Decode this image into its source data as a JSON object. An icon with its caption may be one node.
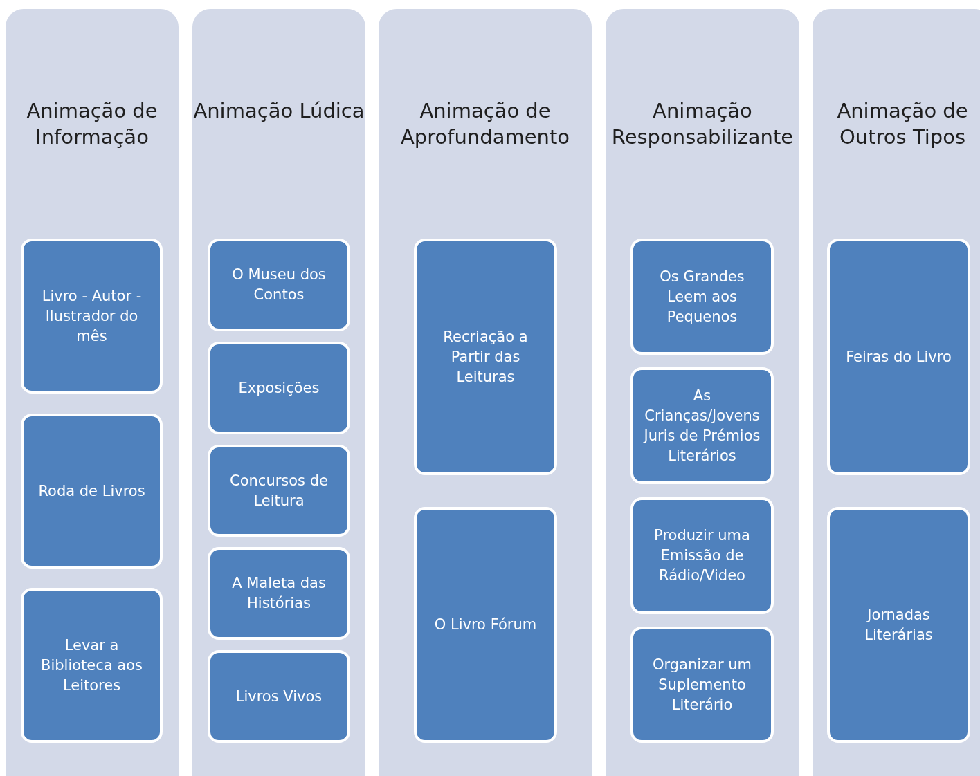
{
  "diagram": {
    "nodes": [
      {
        "text": [
          "Animação de Informação"
        ]
      },
      {
        "text": [
          "Livro - Autor - Ilustrador do mês"
        ],
        "in": 0
      },
      {
        "text": [
          "Roda de Livros"
        ],
        "in": 0
      },
      {
        "text": [
          "Levar a Biblioteca aos Leitores"
        ],
        "in": 0
      },
      {
        "text": [
          "Animação Lúdica"
        ]
      },
      {
        "text": [
          "O Museu dos Contos"
        ],
        "in": 4
      },
      {
        "text": [
          "Exposições"
        ],
        "in": 4
      },
      {
        "text": [
          "Concursos de Leitura"
        ],
        "in": 4
      },
      {
        "text": [
          "A Maleta das Histórias"
        ],
        "in": 4
      },
      {
        "text": [
          "Livros Vivos"
        ],
        "in": 4
      },
      {
        "text": [
          "Animação de Aprofundamento"
        ]
      },
      {
        "text": [
          "Recriação a Partir das Leituras"
        ],
        "in": 10
      },
      {
        "text": [
          "O Livro Fórum"
        ],
        "in": 10
      },
      {
        "text": [
          "Animação Responsabilizante"
        ]
      },
      {
        "text": [
          "Os Grandes Leem aos Pequenos"
        ],
        "in": 13
      },
      {
        "text": [
          "As Crianças/Jovens Juris de Prémios Literários"
        ],
        "in": 13
      },
      {
        "text": [
          "Produzir uma Emissão de Rádio/Video"
        ],
        "in": 13
      },
      {
        "text": [
          "Organizar um Suplemento Literário"
        ],
        "in": 13
      },
      {
        "text": [
          "Animação de Outros Tipos"
        ]
      },
      {
        "text": [
          "Feiras do Livro"
        ],
        "in": 18
      },
      {
        "text": [
          "Jornadas Literárias"
        ],
        "in": 18
      }
    ]
  }
}
